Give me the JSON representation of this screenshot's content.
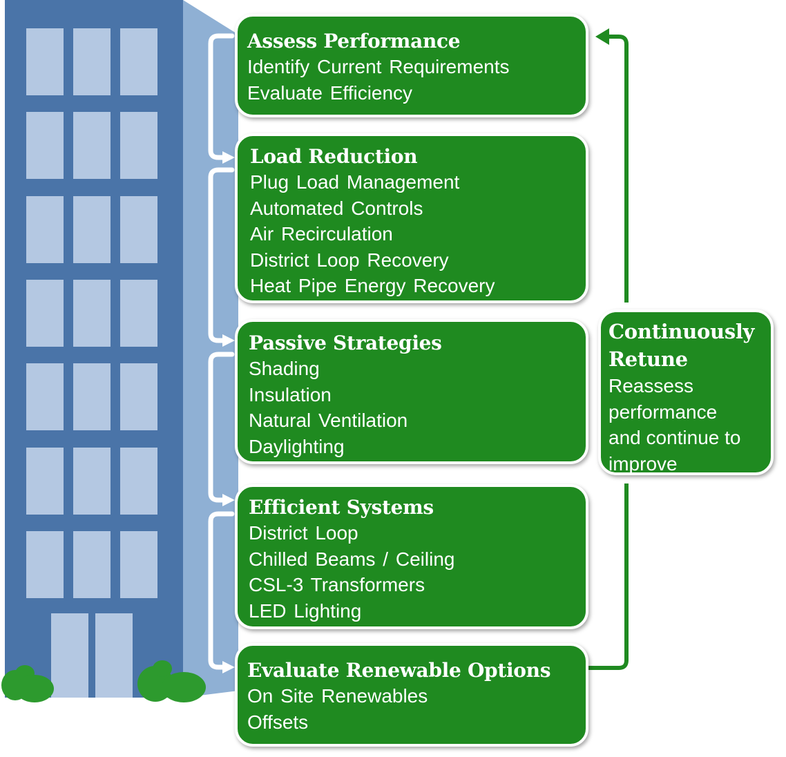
{
  "steps": [
    {
      "title": "Assess Performance",
      "items": [
        "Identify Current Requirements",
        "Evaluate Efficiency"
      ]
    },
    {
      "title": "Load Reduction",
      "items": [
        "Plug Load Management",
        "Automated Controls",
        "Air Recirculation",
        "District Loop Recovery",
        "Heat Pipe Energy Recovery"
      ]
    },
    {
      "title": "Passive Strategies",
      "items": [
        "Shading",
        "Insulation",
        "Natural Ventilation",
        "Daylighting"
      ]
    },
    {
      "title": "Efficient Systems",
      "items": [
        "District Loop",
        "Chilled Beams / Ceiling",
        "CSL-3 Transformers",
        "LED Lighting"
      ]
    },
    {
      "title": "Evaluate Renewable Options",
      "items": [
        "On Site Renewables",
        "Offsets"
      ]
    }
  ],
  "retune": {
    "title_line1": "Continuously",
    "title_line2": "Retune",
    "lines": [
      "Reassess",
      "performance",
      "and continue to",
      "improve"
    ]
  },
  "colors": {
    "box_green": "#1f8a20",
    "arrow_green": "#1f8a20",
    "building_dark": "#4a74a8",
    "building_side": "#8fb0d4",
    "window": "#b4c8e2",
    "shrub": "#2d9a2e"
  },
  "icons": [
    "building-illustration",
    "shrub-icon",
    "arrow-icon"
  ]
}
